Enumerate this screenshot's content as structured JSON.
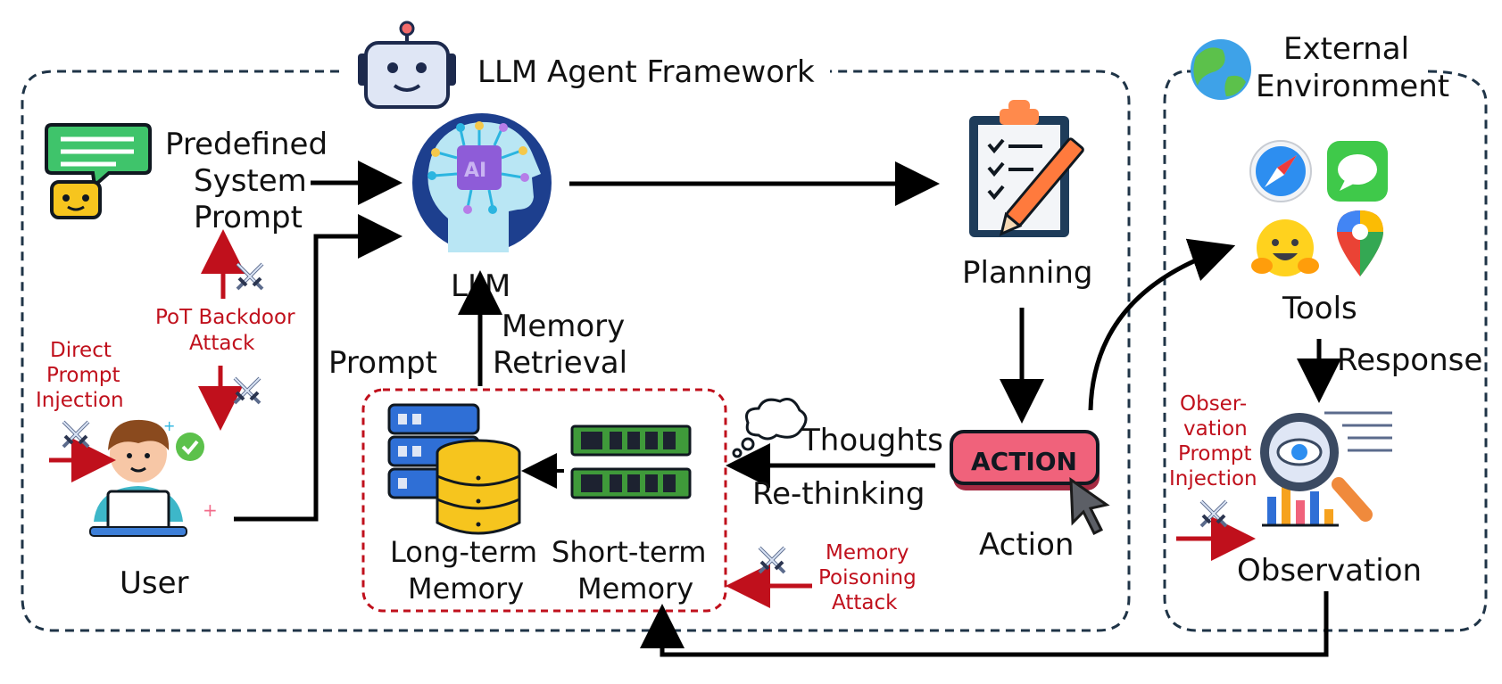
{
  "framework": {
    "title": "LLM Agent Framework"
  },
  "environment": {
    "title_line1": "External",
    "title_line2": "Environment"
  },
  "nodes": {
    "system_prompt": [
      "Predefined",
      "System",
      "Prompt"
    ],
    "llm": "LLM",
    "planning": "Planning",
    "action": "Action",
    "action_badge": "ACTION",
    "user": "User",
    "long_term_memory": [
      "Long-term",
      "Memory"
    ],
    "short_term_memory": [
      "Short-term",
      "Memory"
    ],
    "tools": "Tools",
    "observation": "Observation",
    "llm_icon_text": "AI"
  },
  "edges": {
    "prompt": "Prompt",
    "memory_retrieval": [
      "Memory",
      "Retrieval"
    ],
    "thoughts": "Thoughts",
    "rethinking": "Re-thinking",
    "response": "Response"
  },
  "attacks": {
    "pot_backdoor": [
      "PoT Backdoor",
      "Attack"
    ],
    "direct_prompt_injection": [
      "Direct",
      "Prompt",
      "Injection"
    ],
    "memory_poisoning": [
      "Memory",
      "Poisoning",
      "Attack"
    ],
    "observation_injection": [
      "Obser-",
      "vation",
      "Prompt",
      "Injection"
    ]
  },
  "colors": {
    "frame": "#1f3447",
    "attack": "#c0101c",
    "memory_box": "#c0101c",
    "action_badge": "#f0627b",
    "arrow": "#000000"
  }
}
